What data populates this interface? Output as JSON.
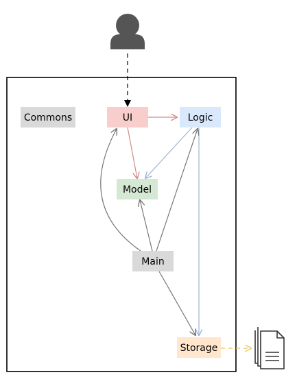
{
  "diagram": {
    "nodes": {
      "commons": {
        "label": "Commons",
        "fill": "#d9d9d9"
      },
      "ui": {
        "label": "UI",
        "fill": "#f8cecc"
      },
      "logic": {
        "label": "Logic",
        "fill": "#dae8fc"
      },
      "model": {
        "label": "Model",
        "fill": "#d5e8d4"
      },
      "main": {
        "label": "Main",
        "fill": "#d9d9d9"
      },
      "storage": {
        "label": "Storage",
        "fill": "#ffe6cc"
      }
    },
    "edge_colors": {
      "user": "#000000",
      "ui": "#d48a88",
      "logic": "#9fb4d4",
      "main": "#777777",
      "storage": "#e8c75a"
    },
    "icons": [
      "user-icon",
      "document-stack-icon"
    ]
  }
}
